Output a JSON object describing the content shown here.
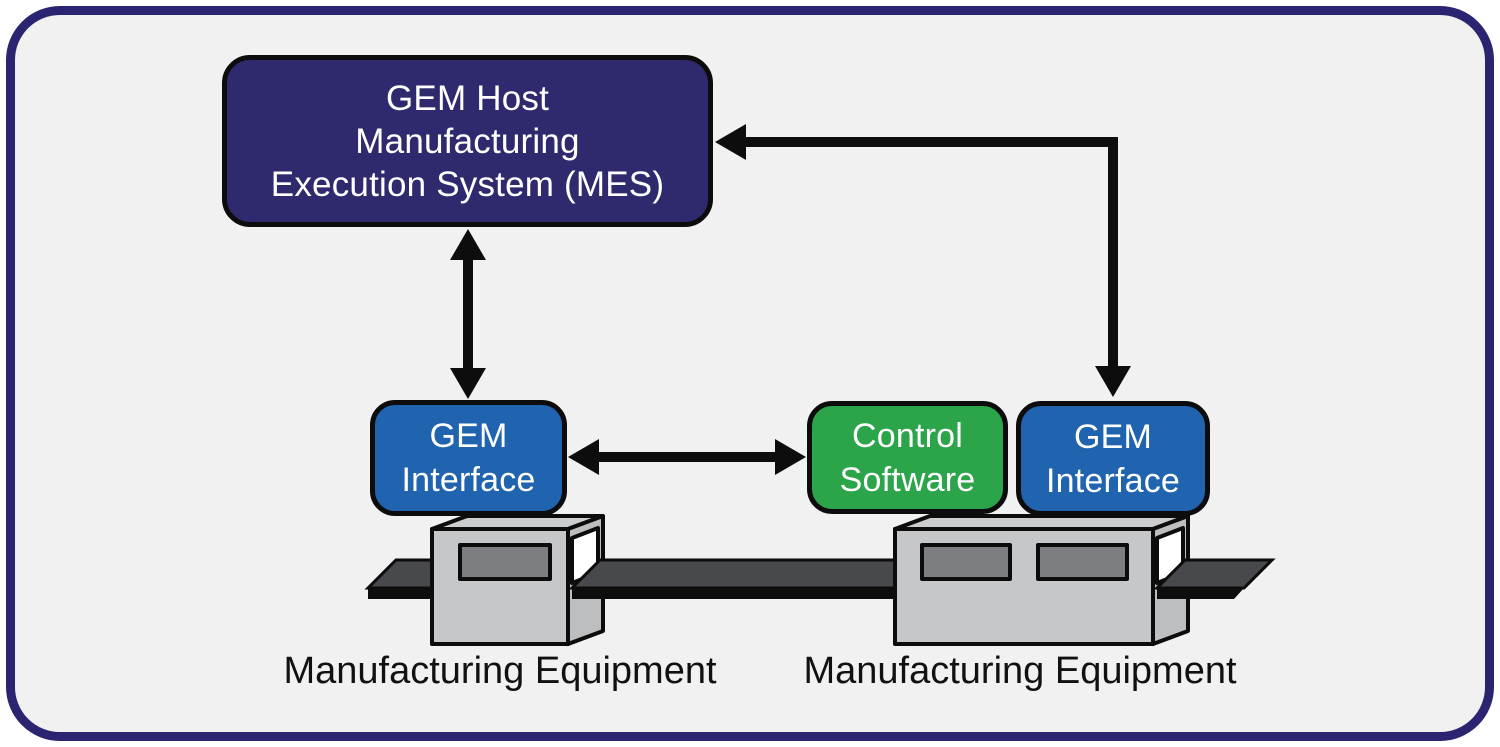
{
  "diagram": {
    "description": "GEM host to equipment communication architecture diagram",
    "nodes": {
      "mes": {
        "lines": [
          "GEM Host",
          "Manufacturing",
          "Execution System (MES)"
        ],
        "fill": "#2F2A6E",
        "text_color": "#FFFFFF"
      },
      "gem_interface_left": {
        "lines": [
          "GEM",
          "Interface"
        ],
        "fill": "#2063AF",
        "text_color": "#FFFFFF"
      },
      "control_software": {
        "lines": [
          "Control",
          "Software"
        ],
        "fill": "#2BA44A",
        "text_color": "#FFFFFF"
      },
      "gem_interface_right": {
        "lines": [
          "GEM",
          "Interface"
        ],
        "fill": "#2063AF",
        "text_color": "#FFFFFF"
      }
    },
    "labels": {
      "equipment_left": "Manufacturing Equipment",
      "equipment_right": "Manufacturing Equipment"
    },
    "connections": [
      {
        "from": "mes",
        "to": "gem_interface_left",
        "type": "double-headed arrow",
        "orientation": "vertical"
      },
      {
        "from": "gem_interface_left",
        "to": "control_software",
        "type": "double-headed arrow",
        "orientation": "horizontal"
      },
      {
        "from": "gem_interface_right",
        "to": "mes",
        "type": "double-headed arrow",
        "orientation": "elbow"
      }
    ],
    "palette": {
      "panel_background": "#F1F1F2",
      "panel_border": "#2B2471",
      "arrow": "#0D0D0D",
      "machine_front": "#C6C7C9",
      "machine_top": "#CCCDCF",
      "machine_side": "#BDBEC0",
      "machine_window": "#7C7E81",
      "machine_opening": "#FFFFFF",
      "belt_top": "#48494C",
      "belt_front": "#0D0D0D",
      "outline": "#0c0c0c"
    }
  }
}
